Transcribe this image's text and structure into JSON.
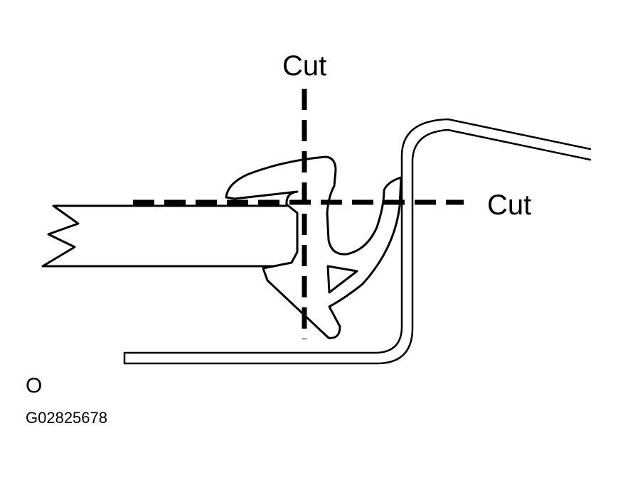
{
  "diagram": {
    "cut_label_vertical": "Cut",
    "cut_label_horizontal": "Cut",
    "reference_letter": "O",
    "figure_code": "G02825678"
  },
  "colors": {
    "line": "#000000",
    "background": "#ffffff"
  }
}
